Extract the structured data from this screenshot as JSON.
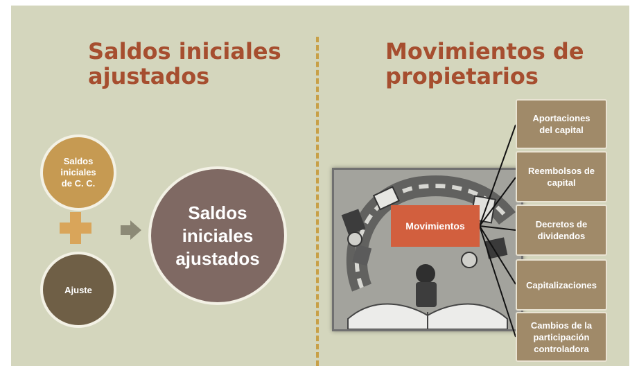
{
  "left": {
    "title": "Saldos iniciales\najustados",
    "circle_cc": "Saldos\niniciales\nde C. C.",
    "circle_ajuste": "Ajuste",
    "circle_result": "Saldos\niniciales\najustados"
  },
  "right": {
    "title": "Movimientos de\npropietarios",
    "center": "Movimientos",
    "boxes": [
      {
        "label": "Aportaciones\ndel capital"
      },
      {
        "label": "Reembolsos de\ncapital"
      },
      {
        "label": "Decretos de\ndividendos"
      },
      {
        "label": "Capitalizaciones"
      },
      {
        "label": "Cambios de la\nparticipación\ncontroladora"
      }
    ]
  },
  "colors": {
    "background": "#d4d6bd",
    "title": "#a64e2f",
    "gold": "#c69a52",
    "brown": "#6f5f46",
    "mauve": "#7f6963",
    "orange": "#d25f3e",
    "tan": "#a08a69"
  },
  "icons": {
    "plus": "plus-icon",
    "arrow": "arrow-right-icon"
  }
}
